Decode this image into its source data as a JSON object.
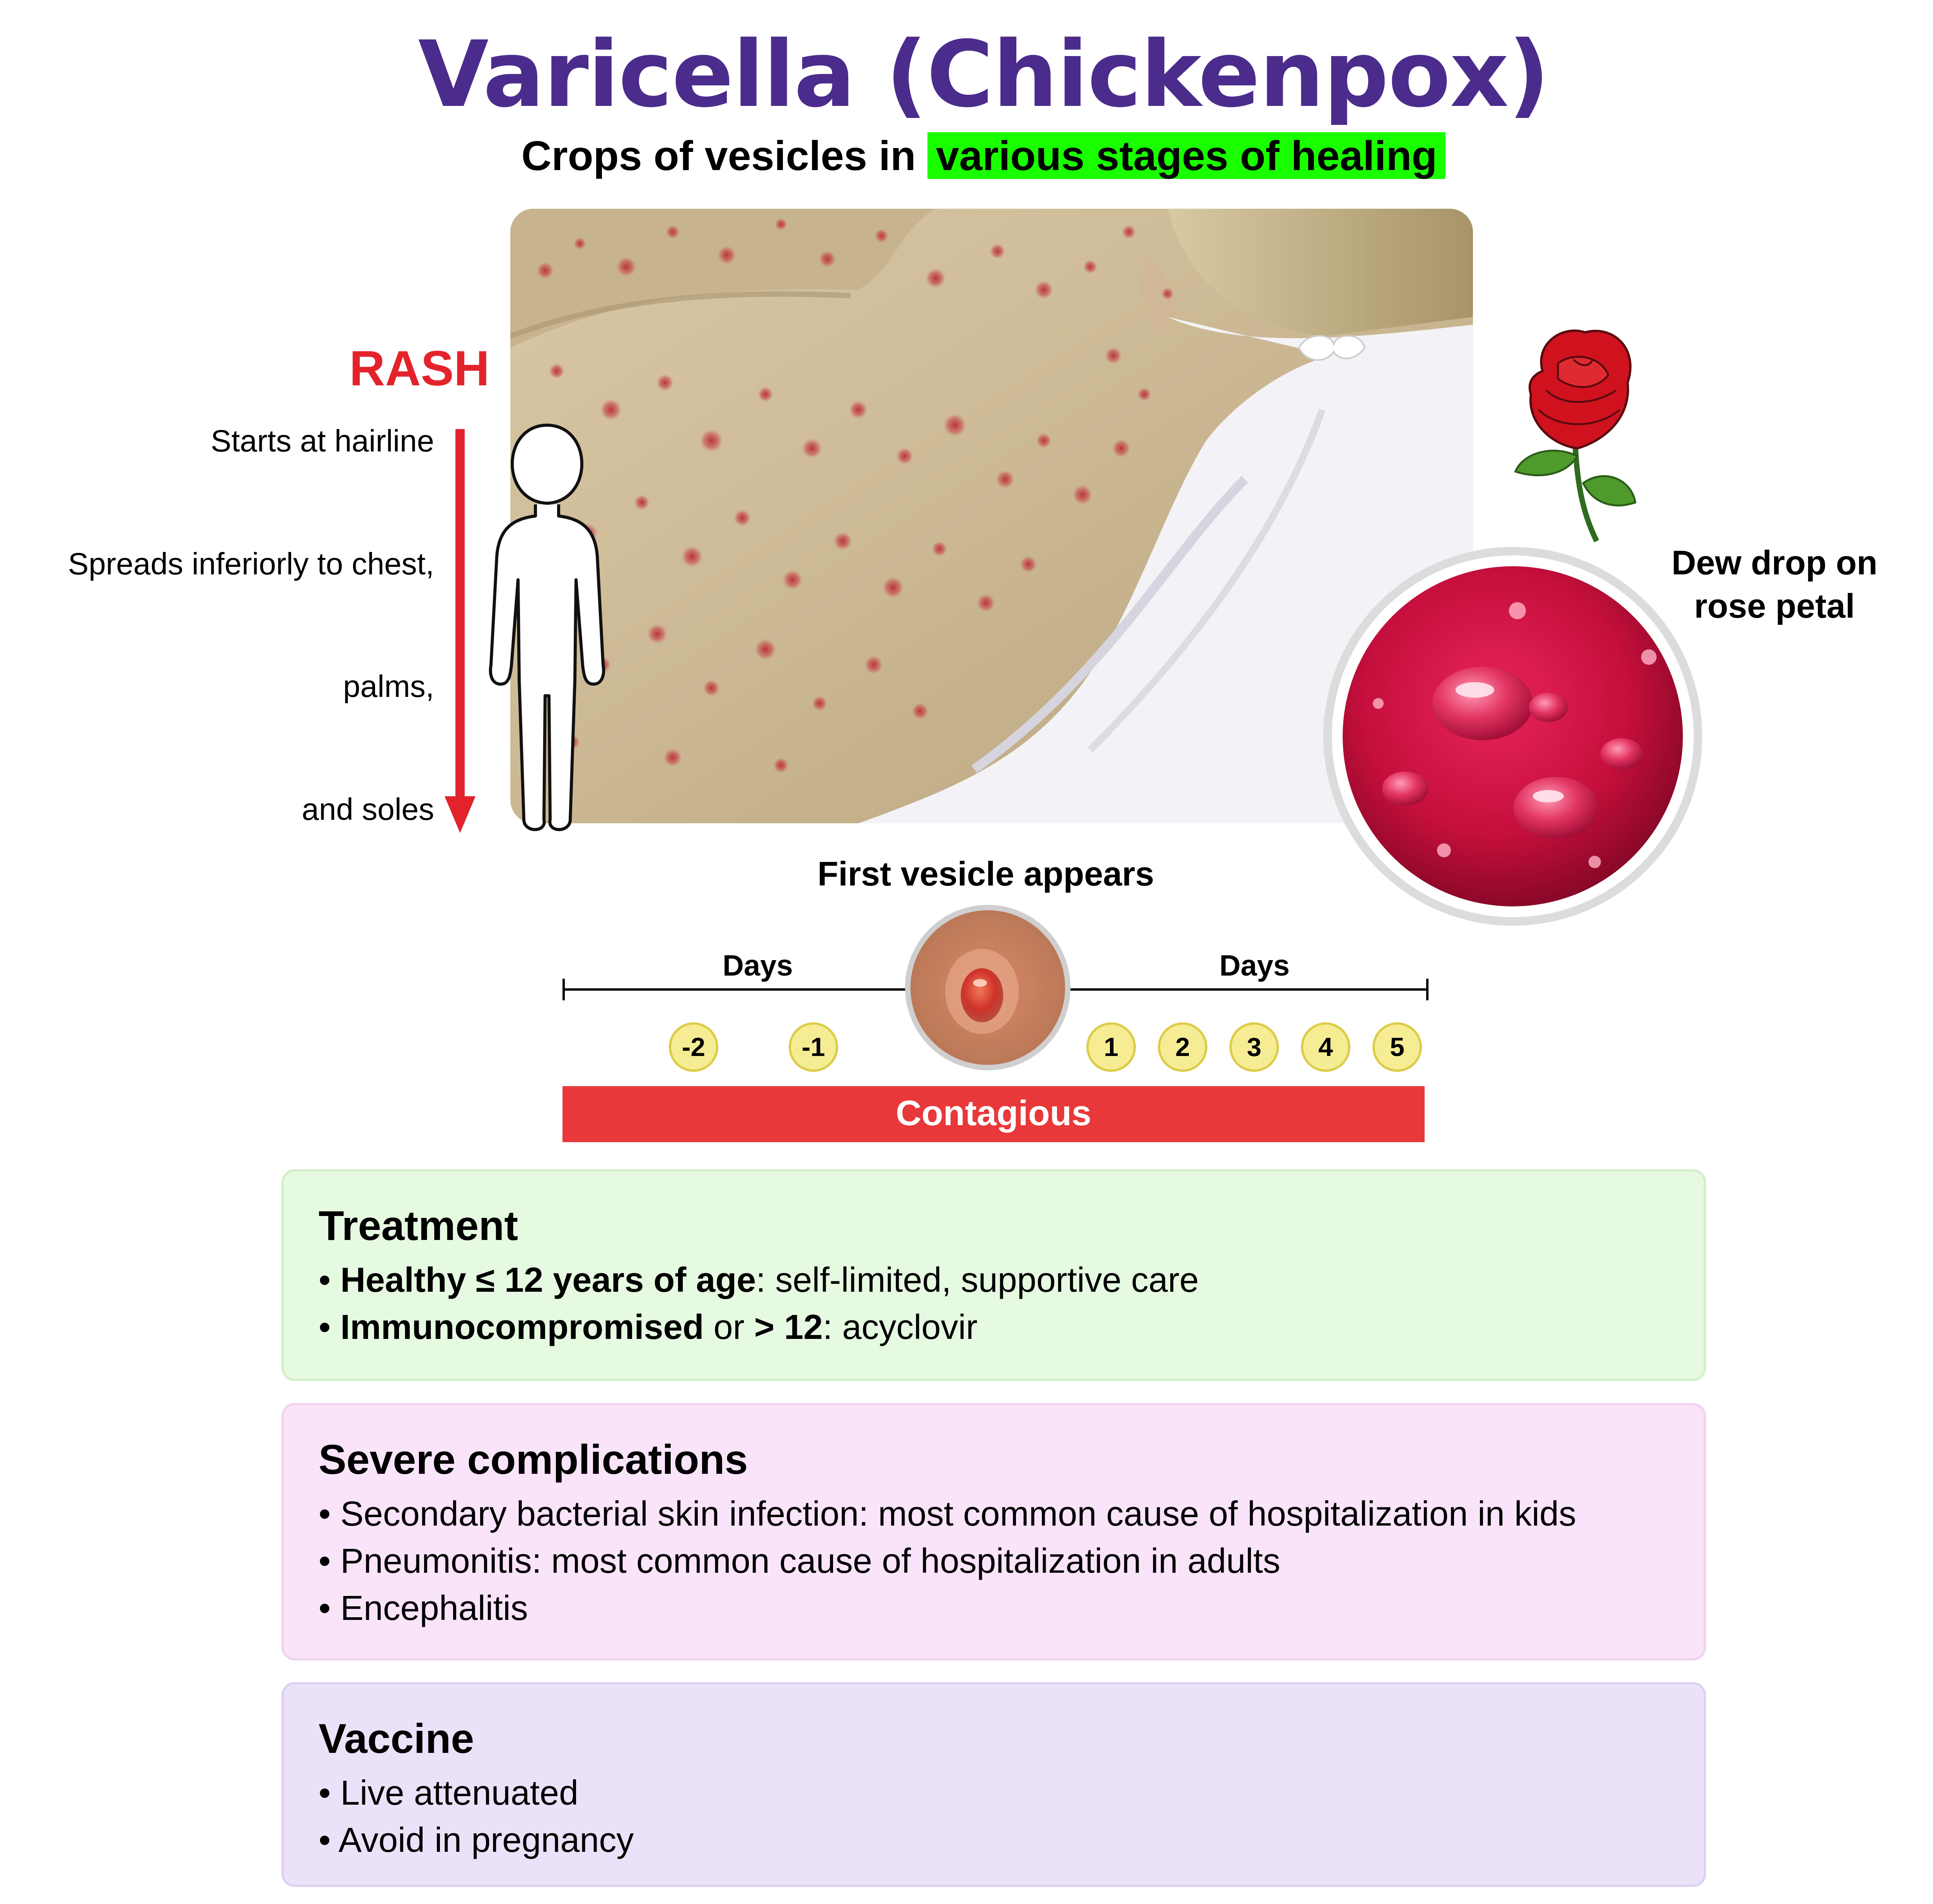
{
  "title": "Varicella (Chickenpox)",
  "subtitle": {
    "prefix": "Crops of vesicles in ",
    "highlight": "various stages of healing"
  },
  "colors": {
    "title": "#4b2c8c",
    "highlight": "#1aff00",
    "rash_red": "#e3232c",
    "contagious_bar": "#e8383a",
    "day_circle": "#f6ec94",
    "treatment_bg": "#e6f9e1",
    "complications_bg": "#f9e4f9",
    "vaccine_bg": "#ebe2f9"
  },
  "rash": {
    "title": "RASH",
    "steps": [
      "Starts at hairline",
      "Spreads inferiorly to chest,",
      "palms,",
      "and soles"
    ]
  },
  "icons": {
    "child_silhouette": "child-outline-icon",
    "rash_arrow": "arrow-down-icon",
    "rose": "rose-icon"
  },
  "dew_label": "Dew drop on rose petal",
  "timeline": {
    "first_vesicle_label": "First vesicle appears",
    "days_label_left": "Days",
    "days_label_right": "Days",
    "days_before": [
      "-2",
      "-1"
    ],
    "days_after": [
      "1",
      "2",
      "3",
      "4",
      "5"
    ],
    "contagious_label": "Contagious"
  },
  "treatment": {
    "heading": "Treatment",
    "items": [
      {
        "bullet": "• ",
        "bold": "Healthy ≤ 12 years of age",
        "text": ": self-limited, supportive care"
      },
      {
        "bullet": "• ",
        "bold": "Immunocompromised",
        "mid": " or ",
        "bold2": "> 12",
        "text": ": acyclovir"
      }
    ]
  },
  "complications": {
    "heading": "Severe complications",
    "items": [
      "• Secondary bacterial skin infection: most common cause of hospitalization in kids",
      "• Pneumonitis: most common cause of hospitalization in adults",
      "• Encephalitis"
    ]
  },
  "vaccine": {
    "heading": "Vaccine",
    "items": [
      "• Live attenuated",
      "• Avoid in pregnancy"
    ]
  }
}
